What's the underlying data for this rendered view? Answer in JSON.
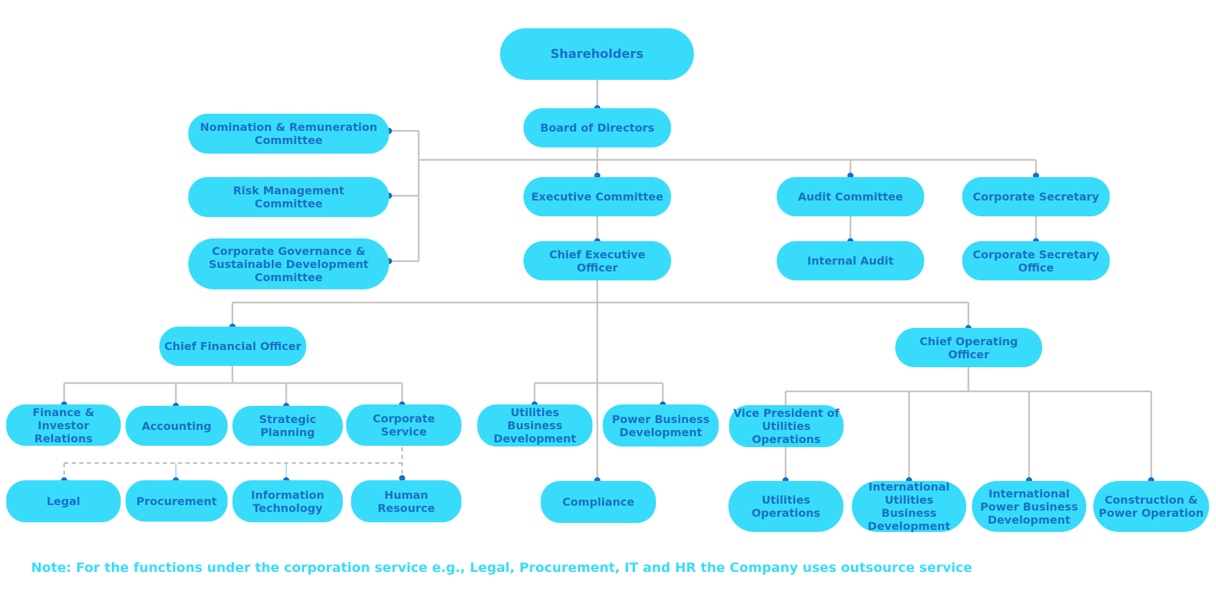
{
  "colors": {
    "node_fill": "#38dcfa",
    "node_text": "#1a6fc4",
    "connector": "#c4c4c4",
    "connector_dot": "#1a6fc4",
    "note_text": "#38dcfa"
  },
  "nodes": {
    "shareholders": "Shareholders",
    "board": "Board of Directors",
    "nomination": "Nomination & Remuneration\nCommittee",
    "risk": "Risk Management\nCommittee",
    "governance": "Corporate Governance &\nSustainable Development\nCommittee",
    "executive_committee": "Executive Committee",
    "audit_committee": "Audit Committee",
    "corporate_secretary": "Corporate Secretary",
    "ceo": "Chief Executive Officer",
    "internal_audit": "Internal Audit",
    "corporate_secretary_office": "Corporate Secretary\nOffice",
    "cfo": "Chief Financial Officer",
    "coo": "Chief Operating Officer",
    "finance_ir": "Finance & Investor\nRelations",
    "accounting": "Accounting",
    "strategic_planning": "Strategic Planning",
    "corporate_service": "Corporate Service",
    "utilities_bd": "Utilities Business\nDevelopment",
    "power_bd": "Power Business\nDevelopment",
    "vp_utilities": "Vice President of\nUtilities Operations",
    "legal": "Legal",
    "procurement": "Procurement",
    "it": "Information\nTechnology",
    "hr": "Human Resource",
    "compliance": "Compliance",
    "utilities_operations": "Utilities\nOperations",
    "intl_utilities_bd": "International\nUtilities Business\nDevelopment",
    "intl_power_bd": "International\nPower Business\nDevelopment",
    "construction_power": "Construction &\nPower Operation"
  },
  "note": "Note: For the functions under the corporation service e.g., Legal, Procurement, IT and HR the Company uses outsource service"
}
